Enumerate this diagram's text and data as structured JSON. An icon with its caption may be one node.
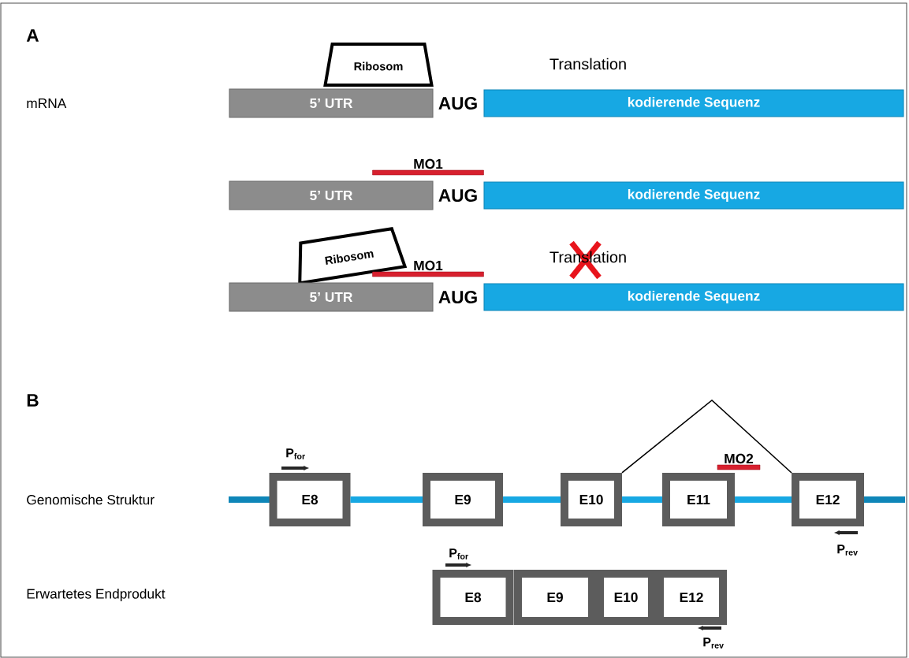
{
  "diagram": {
    "nodes": [
      {
        "text": [
          "Ribosom"
        ]
      },
      {
        "text": [
          "5’ UTR"
        ]
      },
      {
        "text": [
          "kodierende Sequenz"
        ]
      },
      {
        "text": [
          "MO1"
        ]
      },
      {
        "text": [
          "5’ UTR"
        ]
      },
      {
        "text": [
          "kodierende Sequenz"
        ]
      },
      {
        "text": [
          "Ribosom"
        ]
      },
      {
        "text": [
          "MO1"
        ]
      },
      {
        "text": [
          "5’ UTR"
        ]
      },
      {
        "text": [
          "kodierende Sequenz"
        ]
      },
      {
        "text": [
          "E8"
        ]
      },
      {
        "text": [
          "E9"
        ]
      },
      {
        "text": [
          "E10"
        ]
      },
      {
        "text": [
          "MO2"
        ]
      },
      {
        "text": [
          "E11"
        ]
      },
      {
        "text": [
          "E12"
        ]
      },
      {
        "text": [
          "E8"
        ]
      },
      {
        "text": [
          "E9"
        ]
      },
      {
        "text": [
          "E10"
        ]
      },
      {
        "text": [
          "E12"
        ]
      }
    ],
    "edges": [
      {
        "from": 12,
        "to": 15,
        "arrow": "none",
        "color": "#000000"
      },
      {
        "from": 10,
        "to": 11,
        "arrow": "none"
      },
      {
        "from": 11,
        "to": 12,
        "arrow": "none"
      },
      {
        "from": 12,
        "to": 14,
        "arrow": "none"
      },
      {
        "from": 14,
        "to": 15,
        "arrow": "none"
      }
    ],
    "labels": [
      "A",
      "mRNA",
      "Translation",
      "AUG",
      "AUG",
      "Translation",
      "AUG",
      "B",
      "P$_{for}$",
      "Genomische Struktur",
      "P$_{rev}$",
      "P$_{for}$",
      "Erwartetes Endprodukt",
      "P$_{rev}$"
    ]
  }
}
